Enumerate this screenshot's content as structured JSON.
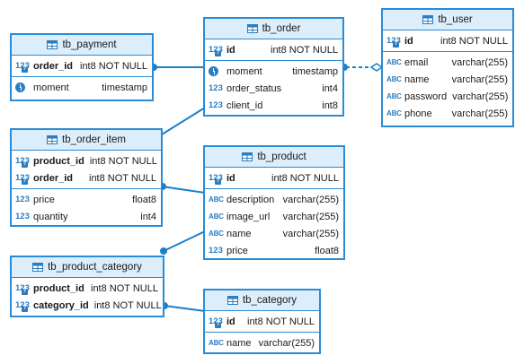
{
  "colors": {
    "border": "#2b8bd6",
    "header_bg": "#dcedfb",
    "icon": "#2b7dc0",
    "line": "#1a7fc9"
  },
  "tables": {
    "tb_payment": {
      "title": "tb_payment",
      "pk": [
        {
          "icon": "number-key-icon",
          "name": "order_id",
          "type": "int8 NOT NULL"
        }
      ],
      "cols": [
        {
          "icon": "clock-icon",
          "name": "moment",
          "type": "timestamp"
        }
      ]
    },
    "tb_order": {
      "title": "tb_order",
      "pk": [
        {
          "icon": "number-key-icon",
          "name": "id",
          "type": "int8 NOT NULL"
        }
      ],
      "cols": [
        {
          "icon": "clock-icon",
          "name": "moment",
          "type": "timestamp"
        },
        {
          "icon": "number-icon",
          "name": "order_status",
          "type": "int4"
        },
        {
          "icon": "number-icon",
          "name": "client_id",
          "type": "int8"
        }
      ]
    },
    "tb_user": {
      "title": "tb_user",
      "pk": [
        {
          "icon": "number-key-icon",
          "name": "id",
          "type": "int8 NOT NULL"
        }
      ],
      "cols": [
        {
          "icon": "text-icon",
          "name": "email",
          "type": "varchar(255)"
        },
        {
          "icon": "text-icon",
          "name": "name",
          "type": "varchar(255)"
        },
        {
          "icon": "text-icon",
          "name": "password",
          "type": "varchar(255)"
        },
        {
          "icon": "text-icon",
          "name": "phone",
          "type": "varchar(255)"
        }
      ]
    },
    "tb_order_item": {
      "title": "tb_order_item",
      "pk": [
        {
          "icon": "number-key-icon",
          "name": "product_id",
          "type": "int8 NOT NULL"
        },
        {
          "icon": "number-key-icon",
          "name": "order_id",
          "type": "int8 NOT NULL"
        }
      ],
      "cols": [
        {
          "icon": "number-icon",
          "name": "price",
          "type": "float8"
        },
        {
          "icon": "number-icon",
          "name": "quantity",
          "type": "int4"
        }
      ]
    },
    "tb_product": {
      "title": "tb_product",
      "pk": [
        {
          "icon": "number-key-icon",
          "name": "id",
          "type": "int8 NOT NULL"
        }
      ],
      "cols": [
        {
          "icon": "text-icon",
          "name": "description",
          "type": "varchar(255)"
        },
        {
          "icon": "text-icon",
          "name": "image_url",
          "type": "varchar(255)"
        },
        {
          "icon": "text-icon",
          "name": "name",
          "type": "varchar(255)"
        },
        {
          "icon": "number-icon",
          "name": "price",
          "type": "float8"
        }
      ]
    },
    "tb_product_category": {
      "title": "tb_product_category",
      "pk": [
        {
          "icon": "number-key-icon",
          "name": "product_id",
          "type": "int8 NOT NULL"
        },
        {
          "icon": "number-key-icon",
          "name": "category_id",
          "type": "int8 NOT NULL"
        }
      ],
      "cols": []
    },
    "tb_category": {
      "title": "tb_category",
      "pk": [
        {
          "icon": "number-key-icon",
          "name": "id",
          "type": "int8 NOT NULL"
        }
      ],
      "cols": [
        {
          "icon": "text-icon",
          "name": "name",
          "type": "varchar(255)"
        }
      ]
    }
  }
}
